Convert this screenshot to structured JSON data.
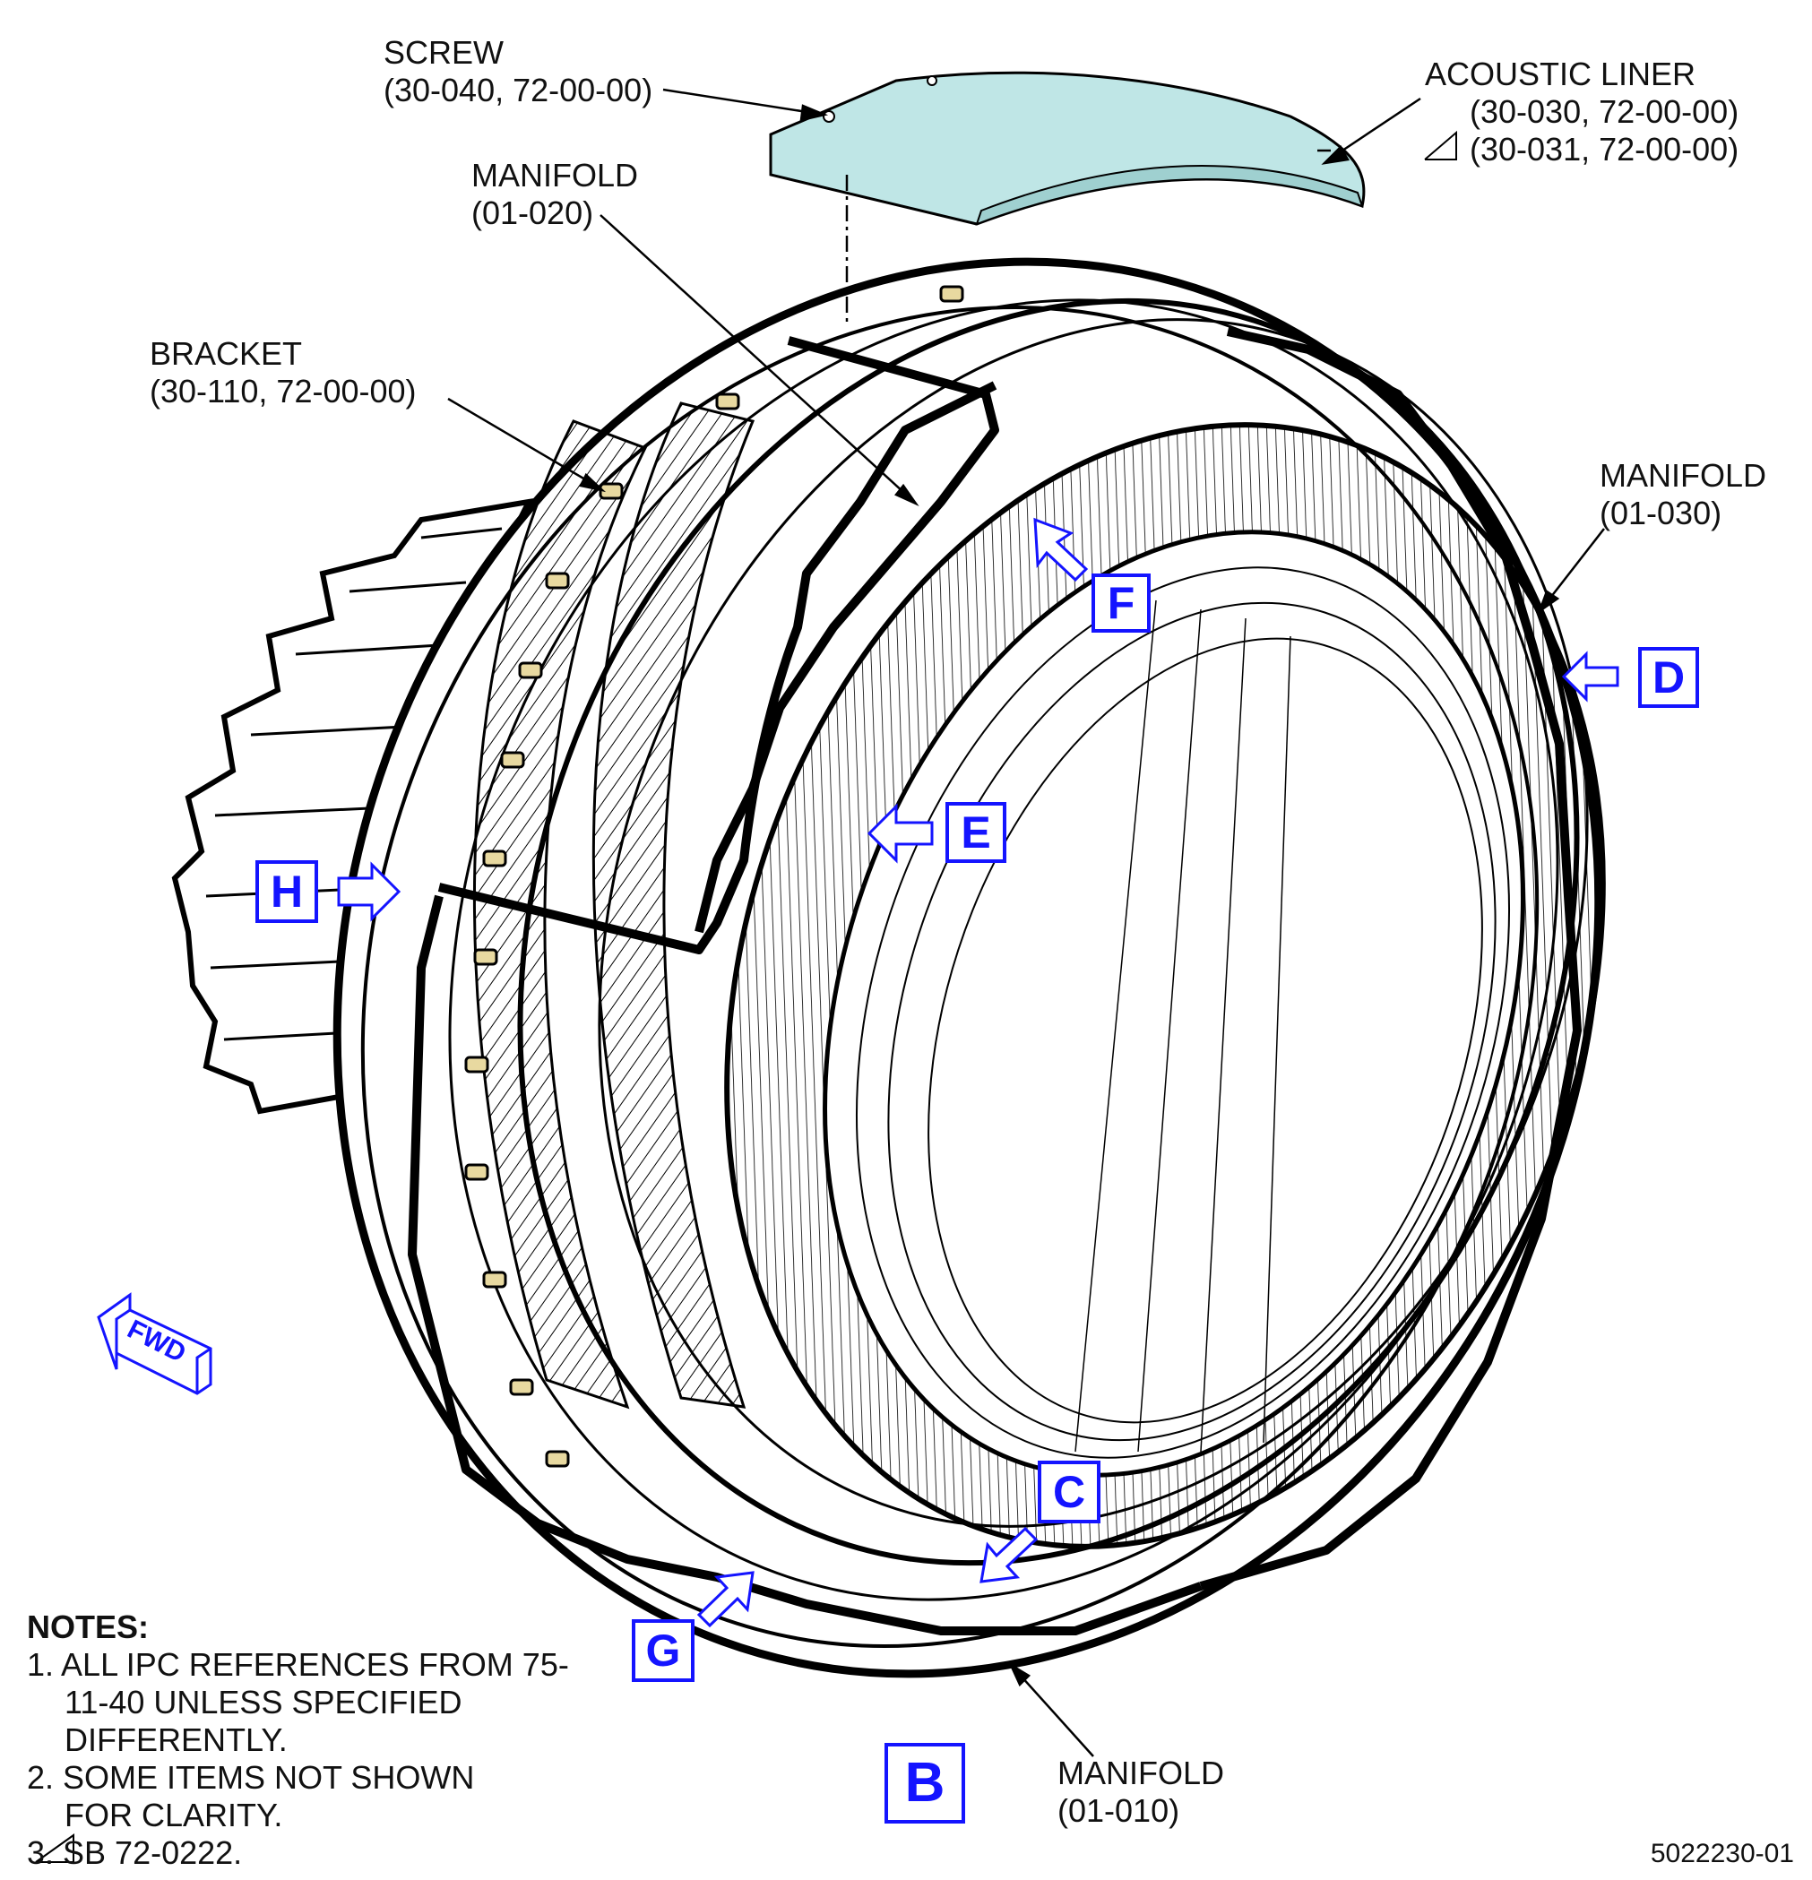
{
  "labels": {
    "screw": [
      "SCREW",
      "(30-040, 72-00-00)"
    ],
    "acoustic_liner": [
      "ACOUSTIC LINER",
      "(30-030, 72-00-00)",
      "(30-031, 72-00-00)"
    ],
    "manifold_020": [
      "MANIFOLD",
      "(01-020)"
    ],
    "bracket": [
      "BRACKET",
      "(30-110, 72-00-00)"
    ],
    "manifold_030": [
      "MANIFOLD",
      "(01-030)"
    ],
    "manifold_010": [
      "MANIFOLD",
      "(01-010)"
    ]
  },
  "view_markers": [
    "B",
    "C",
    "D",
    "E",
    "F",
    "G",
    "H"
  ],
  "fwd_label": "FWD",
  "notes": {
    "header": "NOTES:",
    "items": [
      "1. ALL IPC REFERENCES FROM 75-11-40 UNLESS SPECIFIED DIFFERENTLY.",
      "2. SOME ITEMS NOT SHOWN FOR CLARITY.",
      "3. SB 72-0222."
    ]
  },
  "document_number": "5022230-01",
  "colors": {
    "callout_blue": "#1414ff",
    "liner_fill": "#bfe6e6",
    "line_black": "#000000"
  }
}
